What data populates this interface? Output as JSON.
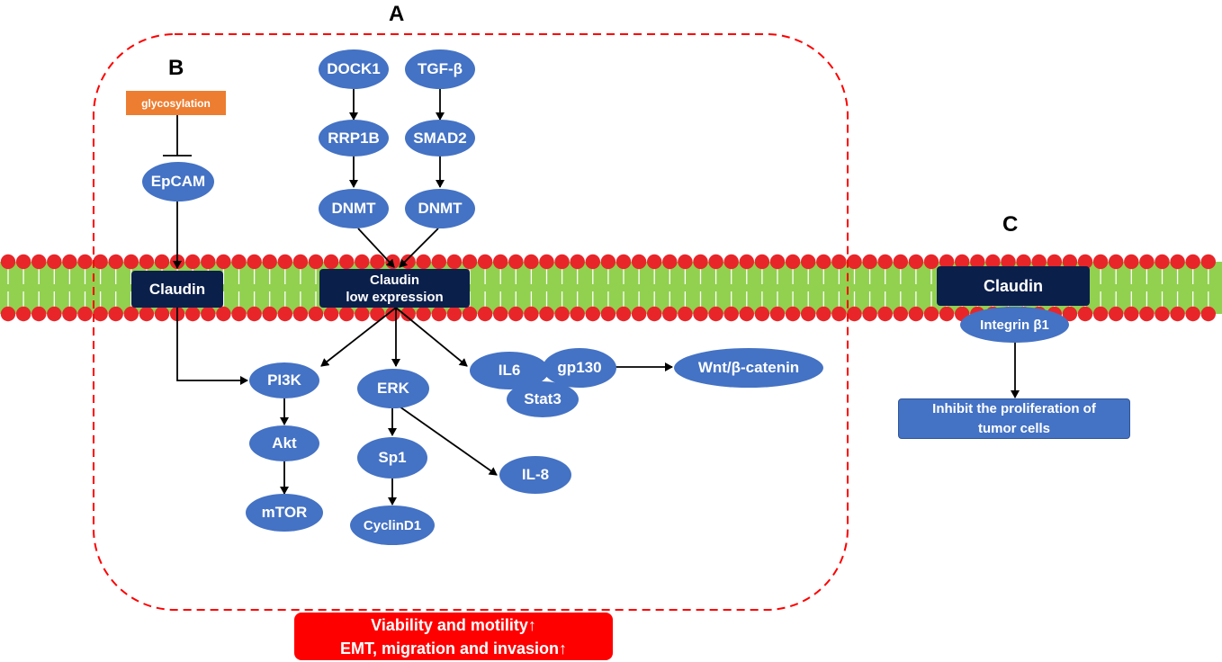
{
  "panels": {
    "a": "A",
    "b": "B",
    "c": "C"
  },
  "nodes": {
    "dock1": "DOCK1",
    "tgfb": "TGF-β",
    "rrp1b": "RRP1B",
    "smad2": "SMAD2",
    "dnmt_left": "DNMT",
    "dnmt_right": "DNMT",
    "epcam": "EpCAM",
    "pi3k": "PI3K",
    "akt": "Akt",
    "mtor": "mTOR",
    "erk": "ERK",
    "sp1": "Sp1",
    "cyclind1": "CyclinD1",
    "il8": "IL-8",
    "il6": "IL6",
    "gp130": "gp130",
    "stat3": "Stat3",
    "wnt": "Wnt/β-catenin",
    "integrin": "Integrin β1"
  },
  "boxes": {
    "glycosylation": "glycosylation",
    "claudin_b": "Claudin",
    "claudin_a_line1": "Claudin",
    "claudin_a_line2": "low expression",
    "claudin_c": "Claudin",
    "inhibit_line1": "Inhibit the proliferation of",
    "inhibit_line2": "tumor cells"
  },
  "outcome": {
    "line1": "Viability and motility↑",
    "line2": "EMT, migration and invasion↑"
  },
  "colors": {
    "node_blue": "#4472c4",
    "claudin_navy": "#0b1f4b",
    "glycosylation_orange": "#ed7d31",
    "outcome_red": "#ff0000",
    "membrane_head_red": "#e8262a",
    "membrane_tail_green": "#92d050",
    "boundary_red_dashed": "#ff0000"
  }
}
